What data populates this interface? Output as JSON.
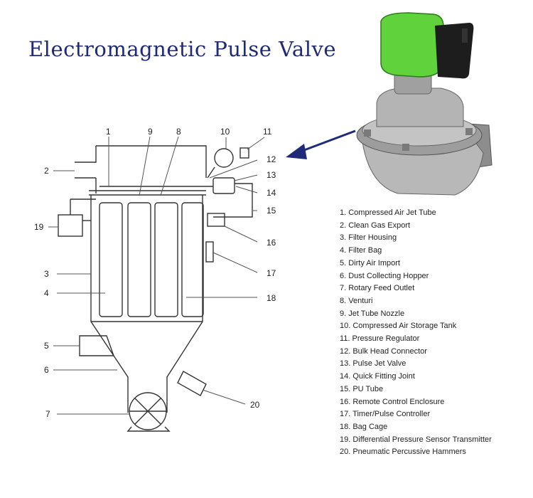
{
  "title": "Electromagnetic Pulse Valve",
  "diagram_numbers": [
    "1",
    "2",
    "3",
    "4",
    "5",
    "6",
    "7",
    "8",
    "9",
    "10",
    "11",
    "12",
    "13",
    "14",
    "15",
    "16",
    "17",
    "18",
    "19",
    "20"
  ],
  "legend": [
    "1. Compressed Air Jet Tube",
    "2. Clean Gas Export",
    "3. Filter Housing",
    "4. Filter Bag",
    "5. Dirty Air Import",
    "6. Dust Collecting Hopper",
    "7. Rotary Feed Outlet",
    "8. Venturi",
    "9. Jet Tube Nozzle",
    "10. Compressed Air Storage Tank",
    "11. Pressure Regulator",
    "12. Bulk Head Connector",
    "13. Pulse Jet Valve",
    "14. Quick Fitting Joint",
    "15. PU Tube",
    "16. Remote Control Enclosure",
    "17. Timer/Pulse Controller",
    "18. Bag Cage",
    "19. Differential Pressure Sensor Transmitter",
    "20. Pneumatic Percussive Hammers"
  ],
  "colors": {
    "title": "#1f2a78",
    "arrow": "#1f2a78",
    "coil": "#5fd23c",
    "body": "#a9a9a9",
    "line": "#333333"
  }
}
